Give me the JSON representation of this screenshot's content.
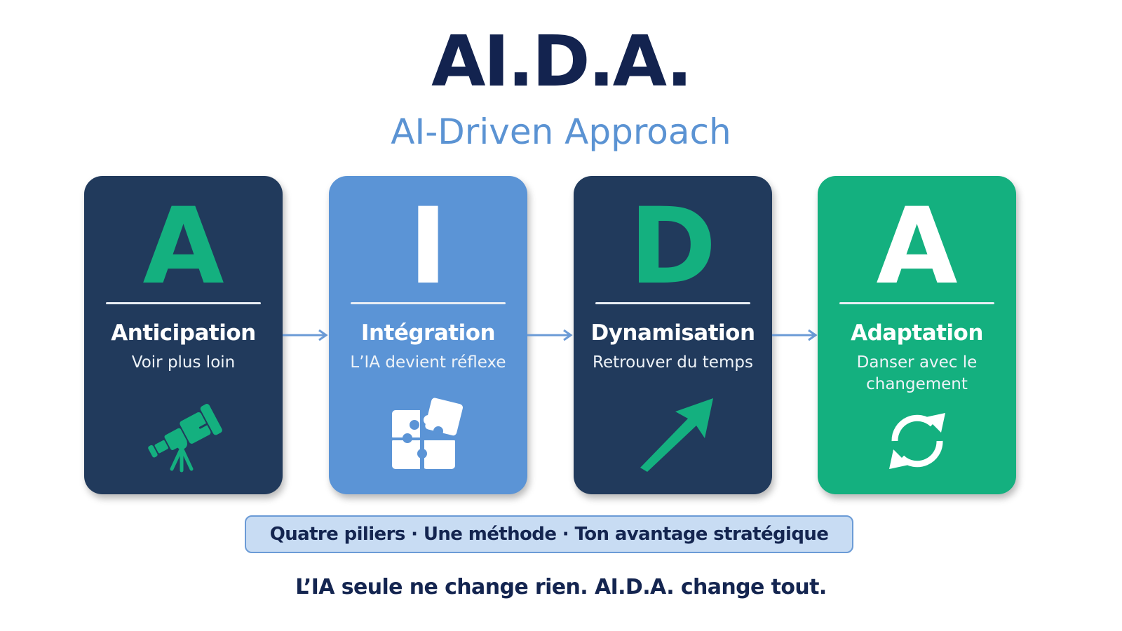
{
  "header": {
    "title": "AI.D.A.",
    "subtitle": "AI-Driven Approach"
  },
  "colors": {
    "navy": "#213a5c",
    "blue": "#5b94d6",
    "green": "#14b07f",
    "title": "#13234f",
    "subtitle": "#5b93d3",
    "banner_bg": "#c8dcf3",
    "banner_border": "#6b9bd6"
  },
  "pillars": [
    {
      "letter": "A",
      "name": "Anticipation",
      "tagline": "Voir plus loin",
      "icon": "telescope-icon",
      "color": "#213a5c",
      "letter_color": "#14b07f"
    },
    {
      "letter": "I",
      "name": "Intégration",
      "tagline": "L’IA devient réflexe",
      "icon": "puzzle-icon",
      "color": "#5b94d6",
      "letter_color": "#ffffff"
    },
    {
      "letter": "D",
      "name": "Dynamisation",
      "tagline": "Retrouver du temps",
      "icon": "arrow-up-right-icon",
      "color": "#213a5c",
      "letter_color": "#14b07f"
    },
    {
      "letter": "A",
      "name": "Adaptation",
      "tagline": "Danser avec le changement",
      "icon": "refresh-cycle-icon",
      "color": "#14b07f",
      "letter_color": "#ffffff"
    }
  ],
  "banner": {
    "text": "Quatre piliers · Une méthode · Ton avantage stratégique"
  },
  "footer": {
    "text": "L’IA seule ne change rien. AI.D.A. change tout."
  }
}
